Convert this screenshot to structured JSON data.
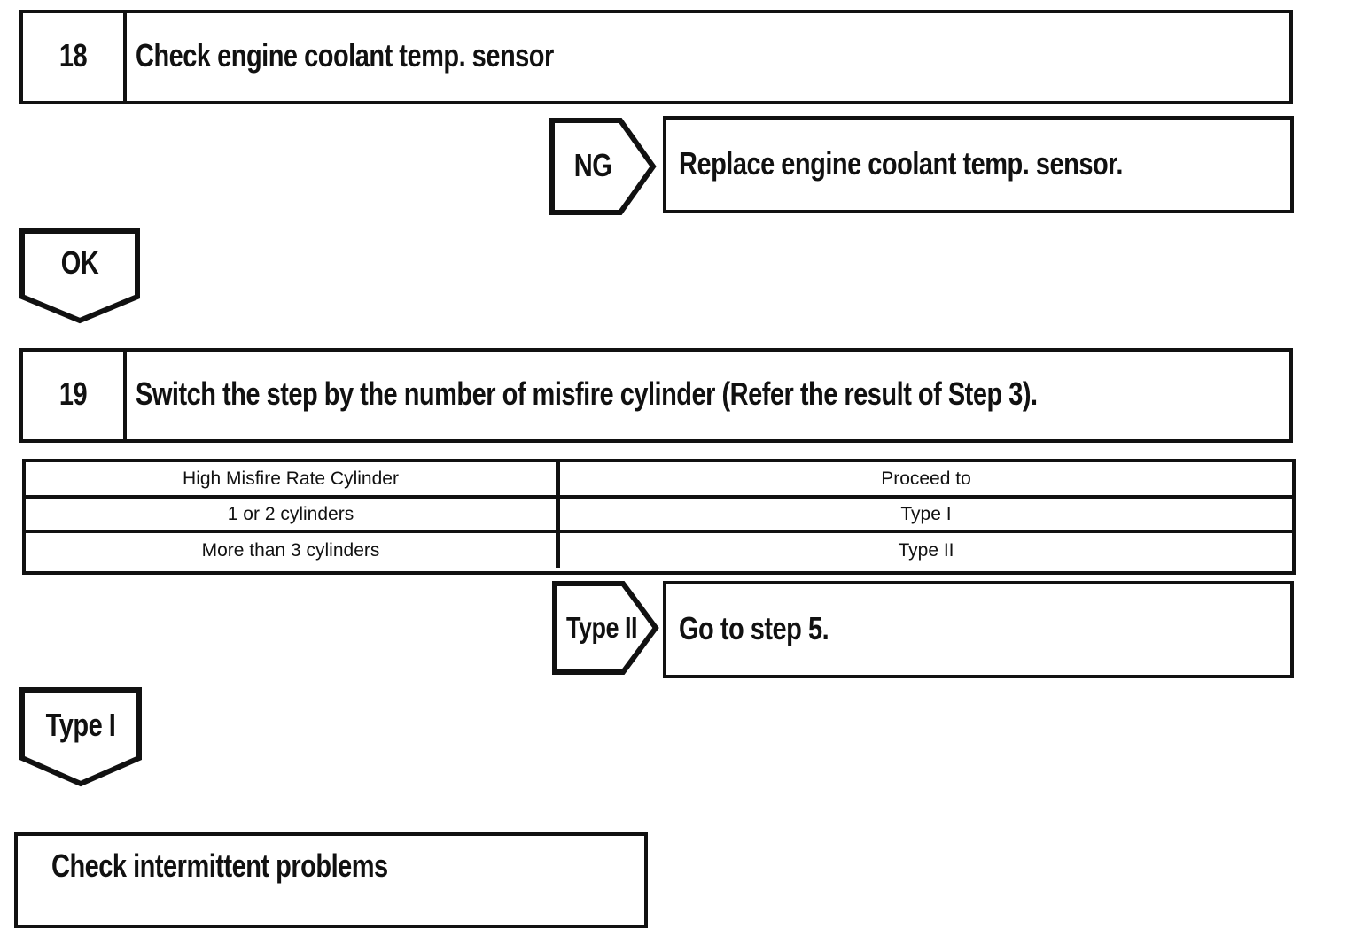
{
  "flow": {
    "step18": {
      "number": "18",
      "title": "Check engine coolant temp. sensor"
    },
    "ng": {
      "label": "NG",
      "action": "Replace engine coolant temp. sensor."
    },
    "ok": {
      "label": "OK"
    },
    "step19": {
      "number": "19",
      "title": "Switch the step by the number of misfire cylinder (Refer the result of Step 3)."
    },
    "type2": {
      "label": "Type II",
      "action": "Go to step 5."
    },
    "type1": {
      "label": "Type I",
      "action": "Check intermittent problems"
    }
  },
  "table": {
    "headers": [
      "High Misfire Rate Cylinder",
      "Proceed to"
    ],
    "rows": [
      [
        "1 or 2 cylinders",
        "Type I"
      ],
      [
        "More than 3 cylinders",
        "Type II"
      ]
    ]
  },
  "colors": {
    "ink": "#111111",
    "paper": "#ffffff"
  }
}
